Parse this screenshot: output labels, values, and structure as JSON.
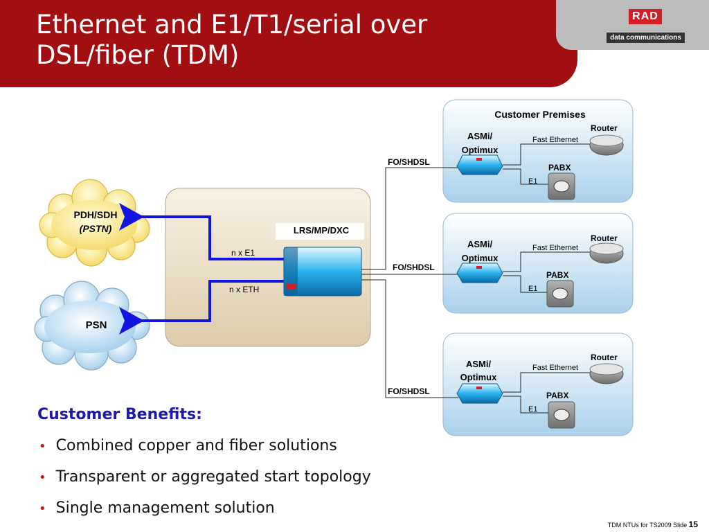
{
  "slide": {
    "title_line1": "Ethernet and E1/T1/serial over",
    "title_line2": "DSL/fiber (TDM)",
    "logo_text": "RAD",
    "logo_subtitle": "data communications"
  },
  "diagram": {
    "pdh_label": "PDH/SDH",
    "pstn_label": "(PSTN)",
    "psn_label": "PSN",
    "central_device_label": "LRS/MP/DXC",
    "link_e1": "n x E1",
    "link_eth": "n x ETH",
    "customer_premises_title": "Customer Premises",
    "premises": [
      {
        "uplink": "FO/SHDSL",
        "device_line1": "ASMi/",
        "device_line2": "Optimux",
        "router": "Router",
        "router_link": "Fast Ethernet",
        "pabx": "PABX",
        "pabx_link": "E1"
      },
      {
        "uplink": "FO/SHDSL",
        "device_line1": "ASMi/",
        "device_line2": "Optimux",
        "router": "Router",
        "router_link": "Fast Ethernet",
        "pabx": "PABX",
        "pabx_link": "E1"
      },
      {
        "uplink": "FO/SHDSL",
        "device_line1": "ASMi/",
        "device_line2": "Optimux",
        "router": "Router",
        "router_link": "Fast Ethernet",
        "pabx": "PABX",
        "pabx_link": "E1"
      }
    ]
  },
  "benefits": {
    "title": "Customer Benefits:",
    "items": [
      "Combined copper and fiber solutions",
      "Transparent or aggregated start topology",
      "Single management solution"
    ]
  },
  "footer": {
    "text": "TDM NTUs for TS2009",
    "slide_label": "Slide",
    "slide_number": "15"
  },
  "colors": {
    "header_red": "#a20f12",
    "benefit_blue": "#1c1ca8",
    "arrow_blue": "#1414e0"
  }
}
